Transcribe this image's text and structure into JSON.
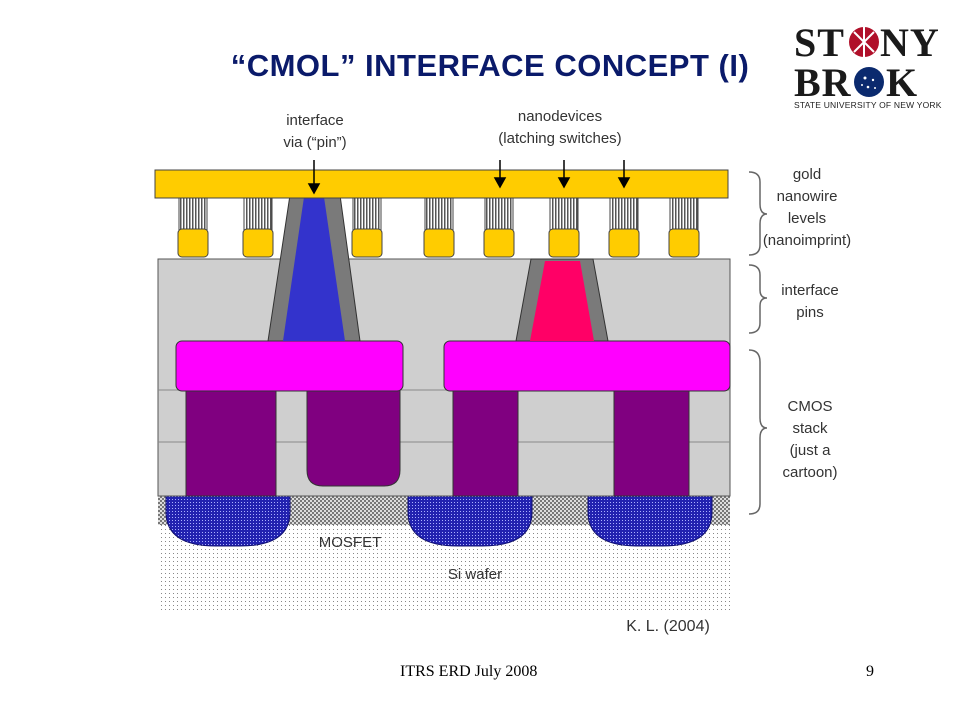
{
  "title": "“CMOL” INTERFACE CONCEPT (I)",
  "logo": {
    "line1": "STONY",
    "line2": "BROOK",
    "subtitle": "STATE UNIVERSITY OF NEW YORK"
  },
  "labels": {
    "interface_via_1": "interface",
    "interface_via_2": "via (“pin”)",
    "nanodevices_1": "nanodevices",
    "nanodevices_2": "(latching switches)",
    "gold_1": "gold",
    "gold_2": "nanowire",
    "gold_3": "levels",
    "gold_4": "(nanoimprint)",
    "pins_1": "interface",
    "pins_2": "pins",
    "cmos_1": "CMOS",
    "cmos_2": "stack",
    "cmos_3": "(just a",
    "cmos_4": "cartoon)",
    "mosfet": "MOSFET",
    "wafer": "Si wafer",
    "credit": "K. L. (2004)"
  },
  "footer": {
    "left": "ITRS ERD July 2008",
    "page": "9"
  },
  "colors": {
    "title": "#0a1a6a",
    "gold": "#ffcc00",
    "cmos_gray": "#cfcfcf",
    "pad_magenta": "#ff00ff",
    "drain_purple": "#800080",
    "via_blue": "#3333cc",
    "device_pink": "#ff0066",
    "well_blue": "#1a1aa0"
  }
}
